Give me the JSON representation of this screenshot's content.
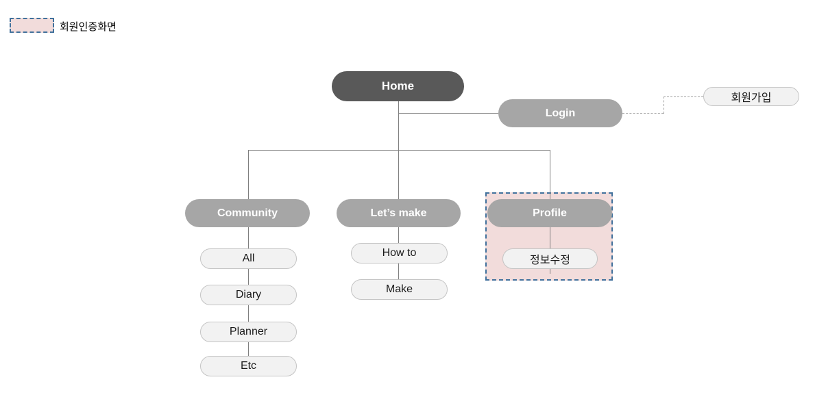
{
  "legend": {
    "label": "회원인증화면"
  },
  "nodes": {
    "home": "Home",
    "login": "Login",
    "signup": "회원가입",
    "community": {
      "label": "Community",
      "children": [
        "All",
        "Diary",
        "Planner",
        "Etc"
      ]
    },
    "lets_make": {
      "label": "Let’s make",
      "children": [
        "How to",
        "Make"
      ]
    },
    "profile": {
      "label": "Profile",
      "children": [
        "정보수정"
      ]
    }
  },
  "colors": {
    "dark_node": "#595959",
    "gray_node": "#a6a6a6",
    "light_node_bg": "#f2f2f2",
    "light_node_border": "#c4c4c4",
    "highlight_bg": "#f2dcdb",
    "highlight_border": "#41719c",
    "line": "#7f7f7f"
  }
}
